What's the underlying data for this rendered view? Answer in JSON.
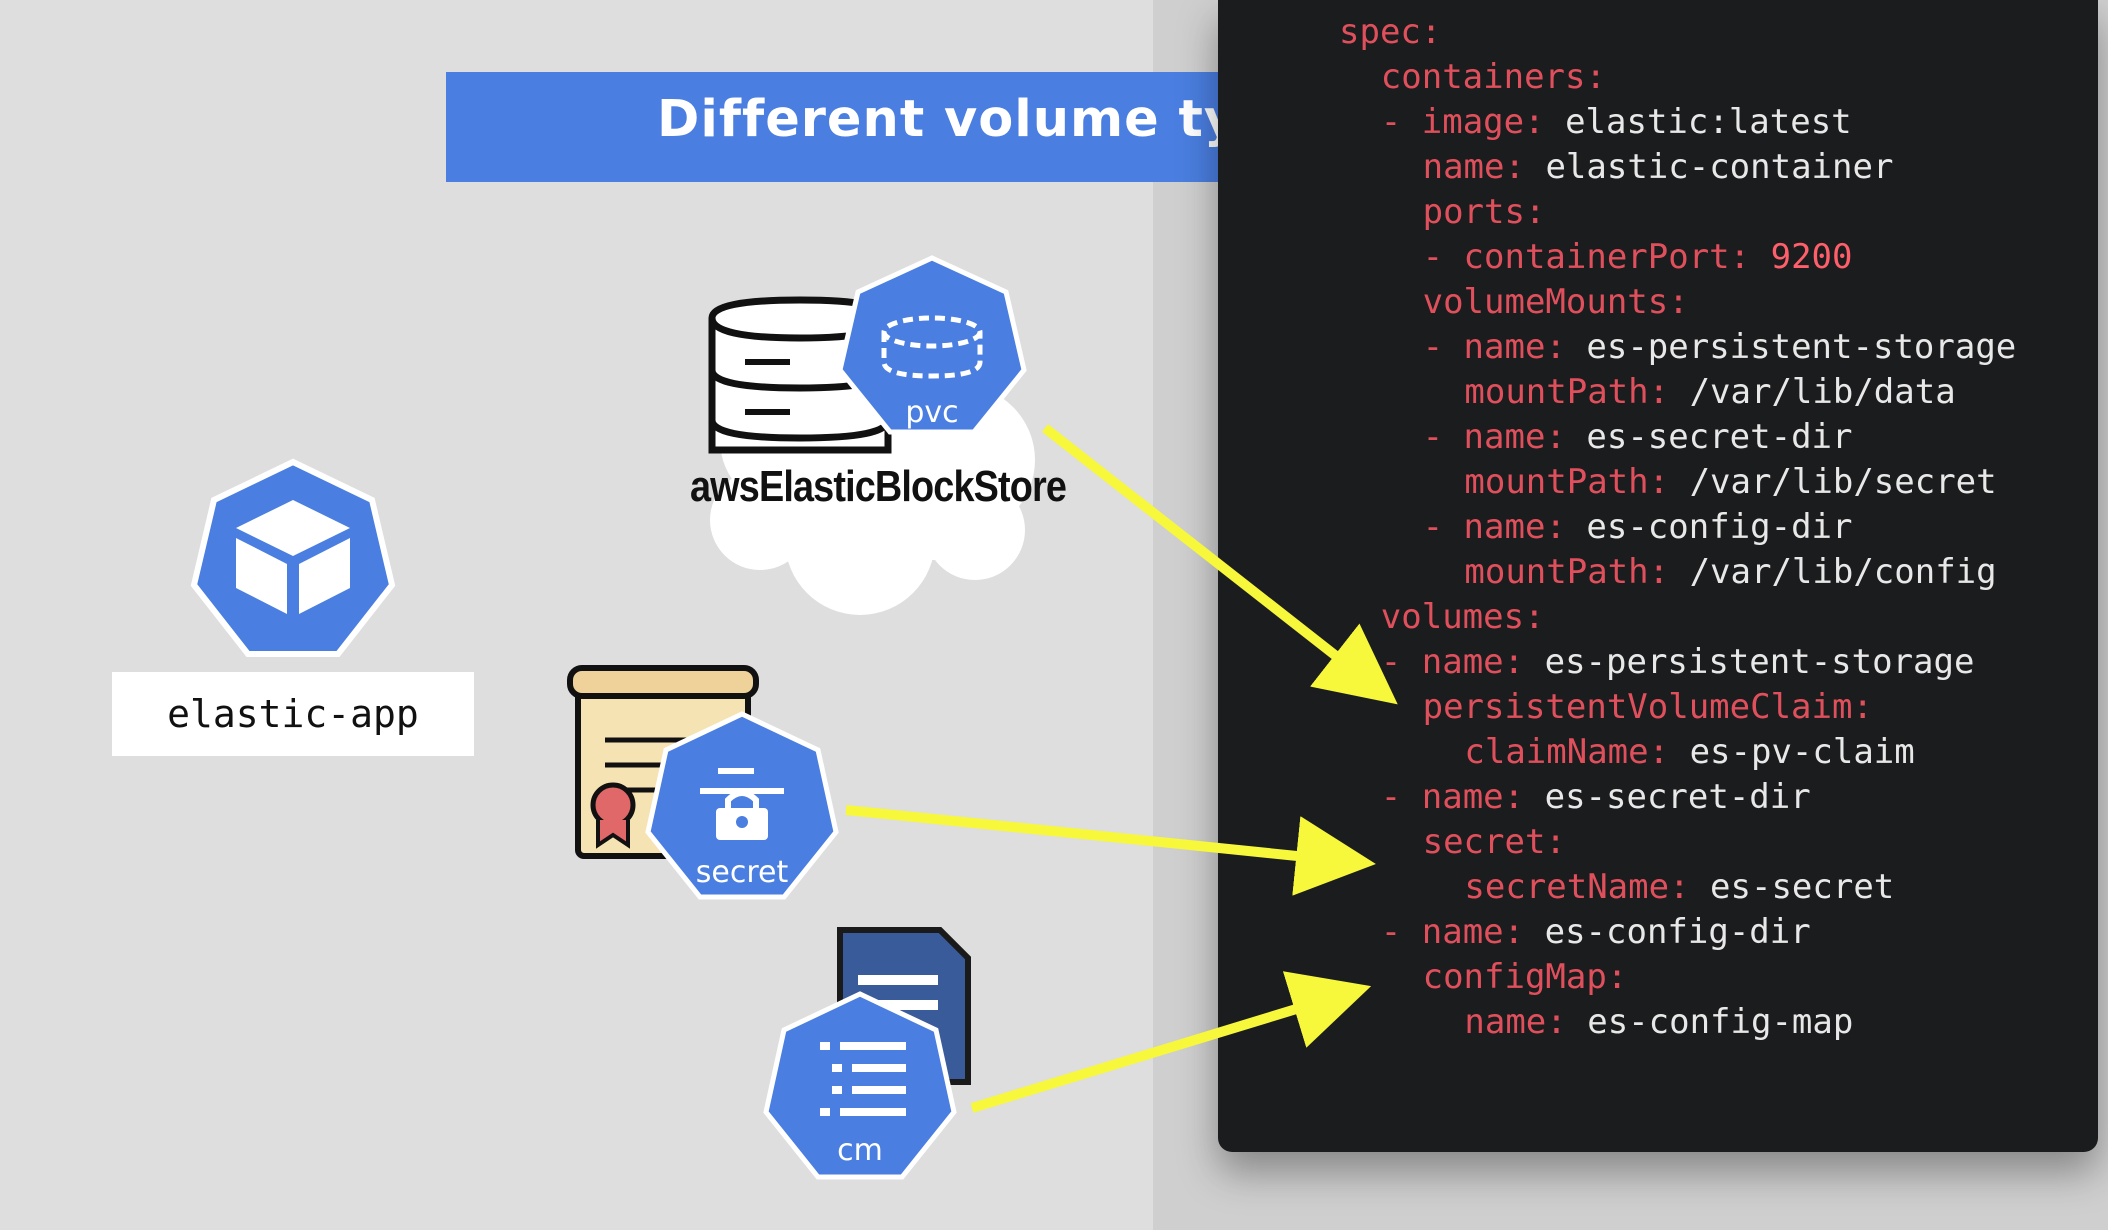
{
  "slide": {
    "title": "Different volume type",
    "app_label": "elastic-app",
    "storage_label": "awsElasticBlockStore"
  },
  "icons": {
    "pvc_label": "pvc",
    "secret_label": "secret",
    "cm_label": "cm"
  },
  "colors": {
    "k8s_blue": "#4a7ee0",
    "arrow_yellow": "#f7f73c",
    "code_bg": "#1b1c1e",
    "yaml_key": "#e0505c"
  },
  "code": {
    "lines": [
      {
        "indent": 2,
        "dash": false,
        "key": "spec",
        "value": ""
      },
      {
        "indent": 3,
        "dash": false,
        "key": "containers",
        "value": ""
      },
      {
        "indent": 3,
        "dash": true,
        "key": "image",
        "value": "elastic:latest"
      },
      {
        "indent": 4,
        "dash": false,
        "key": "name",
        "value": "elastic-container"
      },
      {
        "indent": 4,
        "dash": false,
        "key": "ports",
        "value": ""
      },
      {
        "indent": 4,
        "dash": true,
        "key": "containerPort",
        "value": "9200",
        "numeric": true
      },
      {
        "indent": 4,
        "dash": false,
        "key": "volumeMounts",
        "value": ""
      },
      {
        "indent": 4,
        "dash": true,
        "key": "name",
        "value": "es-persistent-storage"
      },
      {
        "indent": 5,
        "dash": false,
        "key": "mountPath",
        "value": "/var/lib/data"
      },
      {
        "indent": 4,
        "dash": true,
        "key": "name",
        "value": "es-secret-dir"
      },
      {
        "indent": 5,
        "dash": false,
        "key": "mountPath",
        "value": "/var/lib/secret"
      },
      {
        "indent": 4,
        "dash": true,
        "key": "name",
        "value": "es-config-dir"
      },
      {
        "indent": 5,
        "dash": false,
        "key": "mountPath",
        "value": "/var/lib/config"
      },
      {
        "indent": 3,
        "dash": false,
        "key": "volumes",
        "value": ""
      },
      {
        "indent": 3,
        "dash": true,
        "key": "name",
        "value": "es-persistent-storage"
      },
      {
        "indent": 4,
        "dash": false,
        "key": "persistentVolumeClaim",
        "value": ""
      },
      {
        "indent": 5,
        "dash": false,
        "key": "claimName",
        "value": "es-pv-claim"
      },
      {
        "indent": 3,
        "dash": true,
        "key": "name",
        "value": "es-secret-dir"
      },
      {
        "indent": 4,
        "dash": false,
        "key": "secret",
        "value": ""
      },
      {
        "indent": 5,
        "dash": false,
        "key": "secretName",
        "value": "es-secret"
      },
      {
        "indent": 3,
        "dash": true,
        "key": "name",
        "value": "es-config-dir"
      },
      {
        "indent": 4,
        "dash": false,
        "key": "configMap",
        "value": ""
      },
      {
        "indent": 5,
        "dash": false,
        "key": "name",
        "value": "es-config-map"
      }
    ]
  }
}
